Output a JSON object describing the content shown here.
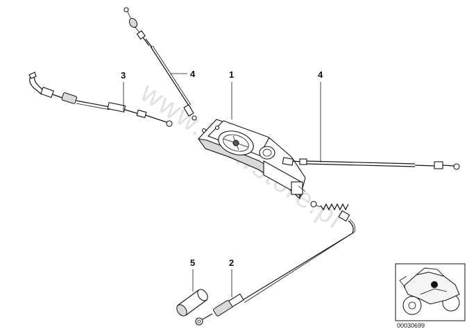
{
  "watermark": "www.bmwstore.pl",
  "callouts": {
    "c1": "1",
    "c2": "2",
    "c3": "3",
    "c4a": "4",
    "c4b": "4",
    "c5": "5"
  },
  "thumbnail": {
    "part_code": "00030699"
  }
}
